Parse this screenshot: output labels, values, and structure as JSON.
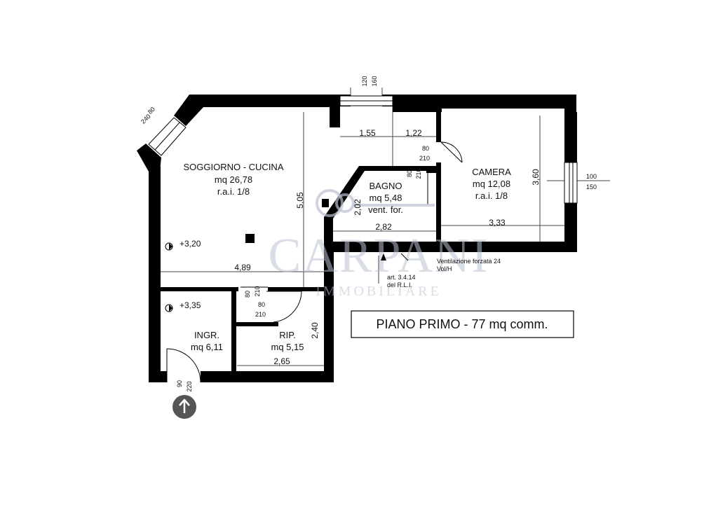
{
  "title": "PIANO PRIMO - 77 mq comm.",
  "watermark": {
    "brand": "CARPANI",
    "subtitle": "IMMOBILIARE",
    "color": "#b9c1d2"
  },
  "rooms": {
    "soggiorno": {
      "name": "SOGGIORNO - CUCINA",
      "area": "mq 26,78",
      "rai": "r.a.i. 1/8"
    },
    "bagno": {
      "name": "BAGNO",
      "area": "mq 5,48",
      "note": "vent. for."
    },
    "camera": {
      "name": "CAMERA",
      "area": "mq 12,08",
      "rai": "r.a.i. 1/8"
    },
    "ingresso": {
      "name": "INGR.",
      "area": "mq 6,11"
    },
    "ripostiglio": {
      "name": "RIP.",
      "area": "mq 5,15"
    }
  },
  "dimensions": {
    "d_155": "1,55",
    "d_122": "1,22",
    "d_505": "5,05",
    "d_202": "2,02",
    "d_282": "2,82",
    "d_360": "3,60",
    "d_333": "3,33",
    "d_489": "4,89",
    "d_240": "2,40",
    "d_265": "2,65"
  },
  "levels": {
    "living": "+3,20",
    "entry": "+3,35"
  },
  "openings": {
    "win_diag_a": "80",
    "win_diag_b": "240",
    "win_top_a": "120",
    "win_top_b": "160",
    "win_right_a": "100",
    "win_right_b": "150",
    "door_cam_a": "80",
    "door_cam_b": "210",
    "door_bagno_a": "80",
    "door_bagno_b": "210",
    "door_rip_a": "80",
    "door_rip_b": "210",
    "door_mid_a": "80",
    "door_mid_b": "210",
    "door_entry_a": "90",
    "door_entry_b": "220"
  },
  "notes": {
    "vent_line1": "Ventilazione forzata 24",
    "vent_line2": "Vol/H",
    "art_line1": "art. 3.4.14",
    "art_line2": "del R.L.I."
  },
  "north_arrow_icon": "arrow-up-icon"
}
